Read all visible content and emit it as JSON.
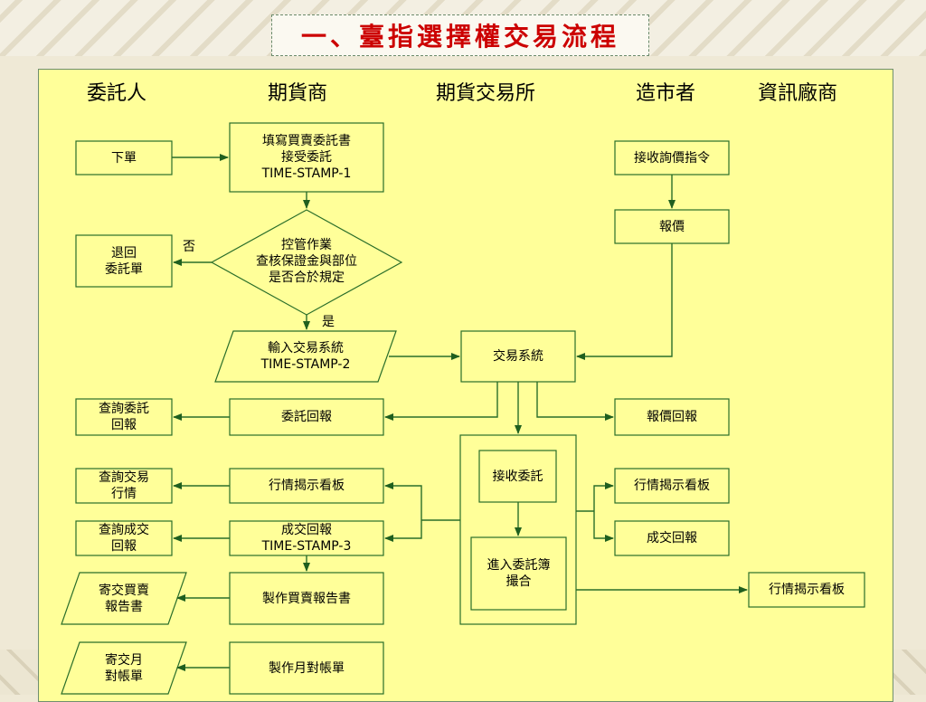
{
  "title": "一、臺指選擇權交易流程",
  "columns": [
    "委託人",
    "期貨商",
    "期貨交易所",
    "造市者",
    "資訊廠商"
  ],
  "nodes": {
    "place_order": "下單",
    "fill_order": "填寫買賣委託書\n接受委託\nTIME-STAMP-1",
    "return_order": "退回\n委託單",
    "risk_check": "控管作業\n查核保證金與部位\n是否合於規定",
    "input_system": "輸入交易系統\nTIME-STAMP-2",
    "trading_system": "交易系統",
    "receive_quote_cmd": "接收詢價指令",
    "quote": "報價",
    "query_order_report": "查詢委託\n回報",
    "order_report": "委託回報",
    "quote_report": "報價回報",
    "query_market": "查詢交易\n行情",
    "market_board_broker": "行情揭示看板",
    "receive_order": "接收委託",
    "market_board_mm": "行情揭示看板",
    "query_trade": "查詢成交\n回報",
    "trade_report_broker": "成交回報\nTIME-STAMP-3",
    "enter_book": "進入委託簿\n撮合",
    "trade_report_mm": "成交回報",
    "send_trade_report": "寄交買賣\n報告書",
    "make_trade_report": "製作買賣報告書",
    "market_board_vendor": "行情揭示看板",
    "send_monthly": "寄交月\n對帳單",
    "make_monthly": "製作月對帳單"
  },
  "edge_labels": {
    "no": "否",
    "yes": "是"
  },
  "colors": {
    "title": "#cc0000",
    "panel": "#ffff99",
    "line": "#2a6e2a",
    "box_border": "#2a6e2a"
  }
}
